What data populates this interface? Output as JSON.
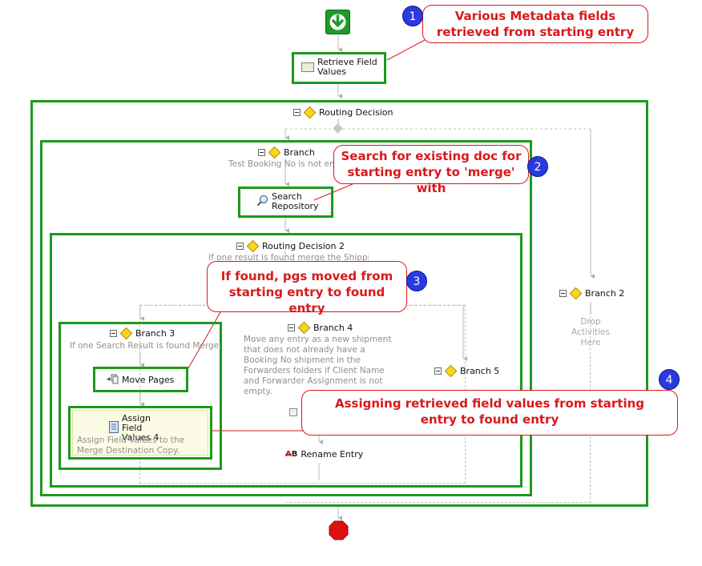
{
  "workflow": {
    "retrieve": "Retrieve Field Values",
    "routing_decision": "Routing Decision",
    "branch": {
      "title": "Branch",
      "condition": "Test Booking No is not empty"
    },
    "search": "Search Repository",
    "routing_decision_2": {
      "title": "Routing Decision 2",
      "desc": "If one result is found merge the Shipping"
    },
    "branch3": {
      "title": "Branch 3",
      "desc": "If one Search Result is found Merge."
    },
    "move_pages": "Move Pages",
    "assign": {
      "title": "Assign Field Values 4",
      "desc": "Assign Field Values to the Merge Destination Copy."
    },
    "branch4": {
      "title": "Branch 4",
      "desc": "Move any entry as a new shipment that does not already have a Booking No shipment in the Forwarders folders if Client Name and Forwarder Assignment is not empty."
    },
    "rename": "Rename Entry",
    "branch5": "Branch 5",
    "branch2": {
      "title": "Branch 2",
      "drop": "Drop Activities Here"
    }
  },
  "callouts": [
    {
      "num": "1",
      "text": "Various Metadata fields retrieved from starting entry"
    },
    {
      "num": "2",
      "text": "Search for existing doc for starting entry to 'merge' with"
    },
    {
      "num": "3",
      "text": "If found, pgs moved from starting entry to found entry"
    },
    {
      "num": "4",
      "text": "Assigning retrieved field values from starting entry to found entry"
    }
  ],
  "colors": {
    "box": "#1c9a1c",
    "callout": "#d8191c",
    "badge": "#2a3ae0",
    "start": "#1f9a2a",
    "stop": "#e01010"
  }
}
